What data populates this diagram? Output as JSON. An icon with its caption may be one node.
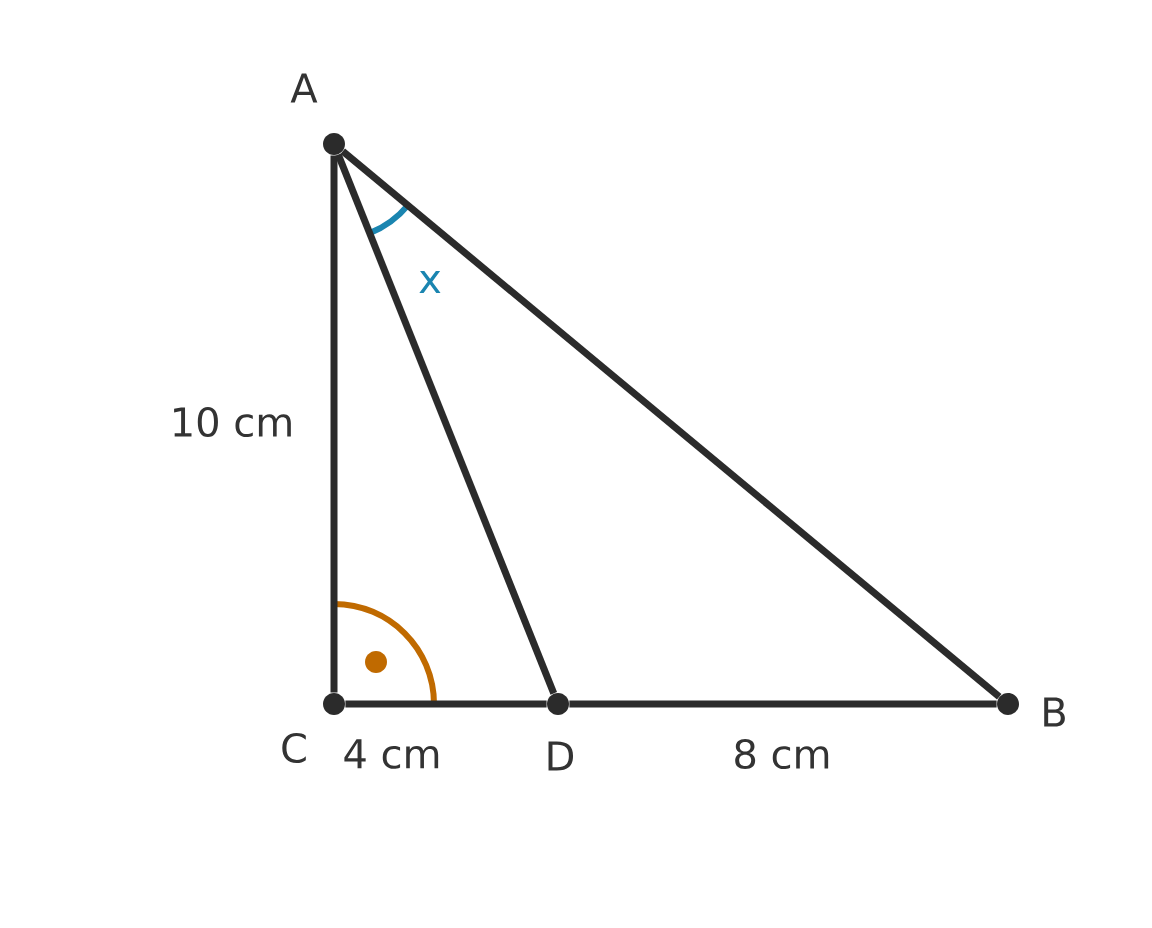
{
  "diagram": {
    "nodes": [
      {
        "text": [],
        "shape": "circle",
        "beside": [
          "A"
        ]
      },
      {
        "text": [],
        "shape": "circle",
        "beside": [
          "C"
        ]
      },
      {
        "text": [],
        "shape": "circle",
        "beside": [
          "D"
        ]
      },
      {
        "text": [],
        "shape": "circle",
        "beside": [
          "B"
        ]
      }
    ],
    "edges": [
      {
        "from": 0,
        "to": 1,
        "arrow": "none",
        "label": "10 cm"
      },
      {
        "from": 0,
        "to": 2,
        "arrow": "none"
      },
      {
        "from": 0,
        "to": 3,
        "arrow": "none"
      },
      {
        "from": 1,
        "to": 2,
        "arrow": "none",
        "label": "4 cm"
      },
      {
        "from": 2,
        "to": 3,
        "arrow": "none",
        "label": "8 cm"
      }
    ],
    "labels": [
      "x"
    ]
  }
}
